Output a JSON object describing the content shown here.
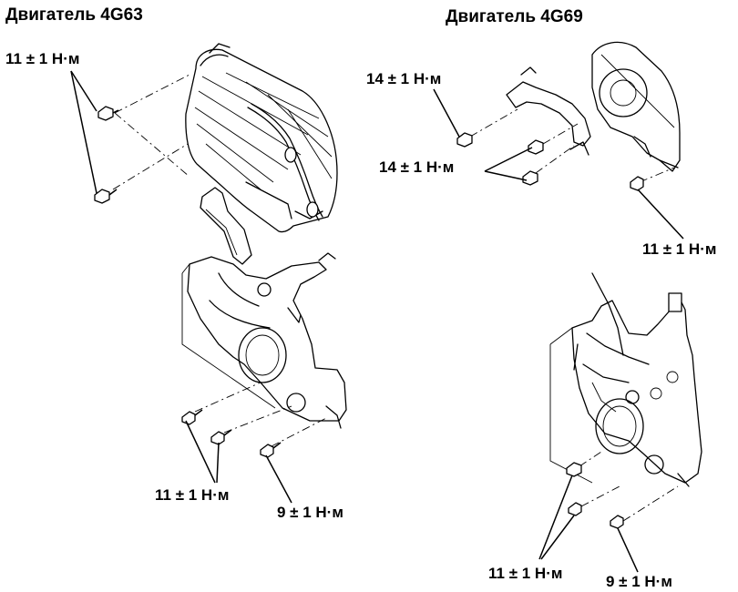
{
  "titles": {
    "engine_left": "Двигатель 4G63",
    "engine_right": "Двигатель 4G69"
  },
  "torques": {
    "left_top_bolts": "11 ± 1 Н·м",
    "left_bottom_pair": "11 ± 1 Н·м",
    "left_bottom_single": "9 ± 1 Н·м",
    "right_bracket_top": "14 ± 1 Н·м",
    "right_bracket_pair": "14 ± 1 Н·м",
    "right_cover_bolt": "11 ± 1 Н·м",
    "right_bottom_pair": "11 ± 1 Н·м",
    "right_bottom_single": "9 ± 1 Н·м"
  }
}
